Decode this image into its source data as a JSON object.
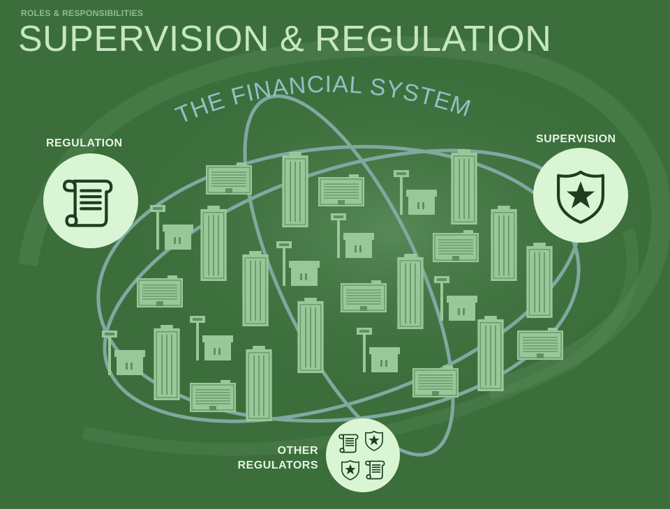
{
  "header": {
    "eyebrow": "ROLES & RESPONSIBILITIES",
    "title": "SUPERVISION & REGULATION"
  },
  "diagram": {
    "system_label": "THE FINANCIAL SYSTEM",
    "regulation_label": "REGULATION",
    "supervision_label": "SUPERVISION",
    "other_regulators_label": "OTHER\nREGULATORS",
    "icons": {
      "regulation": "scroll-icon",
      "supervision": "shield-star-icon",
      "other_regulators": [
        "scroll-icon",
        "shield-star-icon",
        "shield-star-icon",
        "scroll-icon"
      ],
      "buildings": [
        "office-building-icon",
        "skyscraper-icon",
        "bank-branch-icon"
      ]
    },
    "colors": {
      "background": "#3b6e3b",
      "ring": "#7fa9a0",
      "badge_fill": "#d9f5d3",
      "icon_stroke": "#1f3d22",
      "building": "#9ac79a",
      "title_text": "#c7e6c2"
    }
  }
}
